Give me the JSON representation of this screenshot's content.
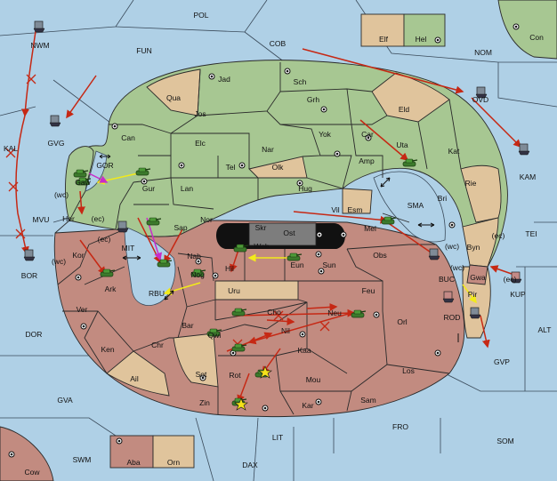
{
  "colors": {
    "sea": "#afd0e6",
    "green": "#a7c792",
    "red": "#c28b80",
    "tan": "#e0c49c",
    "arrow": "#c62814",
    "support": "#f2ea1a",
    "convoy": "#c82dc8"
  },
  "sea_labels": {
    "pol": "POL",
    "cob": "COB",
    "fun": "FUN",
    "nwm": "NWM",
    "nom": "NOM",
    "ovd": "OVD",
    "kam": "KAM",
    "gvg": "GVG",
    "kal": "KAL",
    "mvu": "MVU",
    "bor": "BOR",
    "dor": "DOR",
    "gva": "GVA",
    "swm": "SWM",
    "dax": "DAX",
    "lit": "LIT",
    "fro": "FRO",
    "som": "SOM",
    "alt": "ALT",
    "gvp": "GVP",
    "tei": "TEI",
    "sma": "SMA",
    "gor": "GOR",
    "mit": "MIT",
    "rbu": "RBU",
    "buc": "BUC",
    "rod": "ROD",
    "kup": "KUP",
    "ost": "Ost"
  },
  "land_labels": {
    "elf": "Elf",
    "hel": "Hel",
    "con": "Con",
    "cow": "Cow",
    "aba": "Aba",
    "orn": "Orn",
    "jad": "Jad",
    "sch": "Sch",
    "qua": "Qua",
    "jos": "Jos",
    "grh": "Grh",
    "eld": "Eld",
    "can": "Can",
    "yok": "Yok",
    "car": "Car",
    "uta": "Uta",
    "kat": "Kat",
    "elc": "Elc",
    "nar": "Nar",
    "amp": "Amp",
    "gur": "Gur",
    "tel": "Tel",
    "olk": "Olk",
    "rie": "Rie",
    "lan": "Lan",
    "hug": "Hug",
    "bri": "Bri",
    "nor": "Nor",
    "sap": "Sap",
    "skr": "Skr",
    "vil": "Vil",
    "esm": "Esm",
    "mel": "Mel",
    "byn": "Byn",
    "her": "Her",
    "gaw": "Gaw",
    "kor": "Kor",
    "nab": "Nab",
    "web": "Web",
    "hil": "Hil",
    "eun": "Eun",
    "sun": "Sun",
    "obs": "Obs",
    "ark": "Ark",
    "nog": "Nog",
    "uru": "Uru",
    "feu": "Feu",
    "gwa": "Gwa",
    "pir": "Pir",
    "ver": "Ver",
    "chr": "Chr",
    "cho": "Cho",
    "neu": "Neu",
    "orl": "Orl",
    "bar": "Bar",
    "qwi": "Qwi",
    "nil": "Nil",
    "ken": "Ken",
    "kaa": "Kaa",
    "los": "Los",
    "ail": "Ail",
    "sot": "Sot",
    "rot": "Rot",
    "mou": "Mou",
    "zin": "Zin",
    "kar": "Kar",
    "sam": "Sam"
  },
  "coast_labels": {
    "wc1": "(wc)",
    "ec1": "(ec)",
    "ec2": "(ec)",
    "wc2": "(wc)",
    "wc3": "(wc)",
    "ec3": "(ec)",
    "wc4": "(wc)",
    "ec4": "(ec)"
  }
}
